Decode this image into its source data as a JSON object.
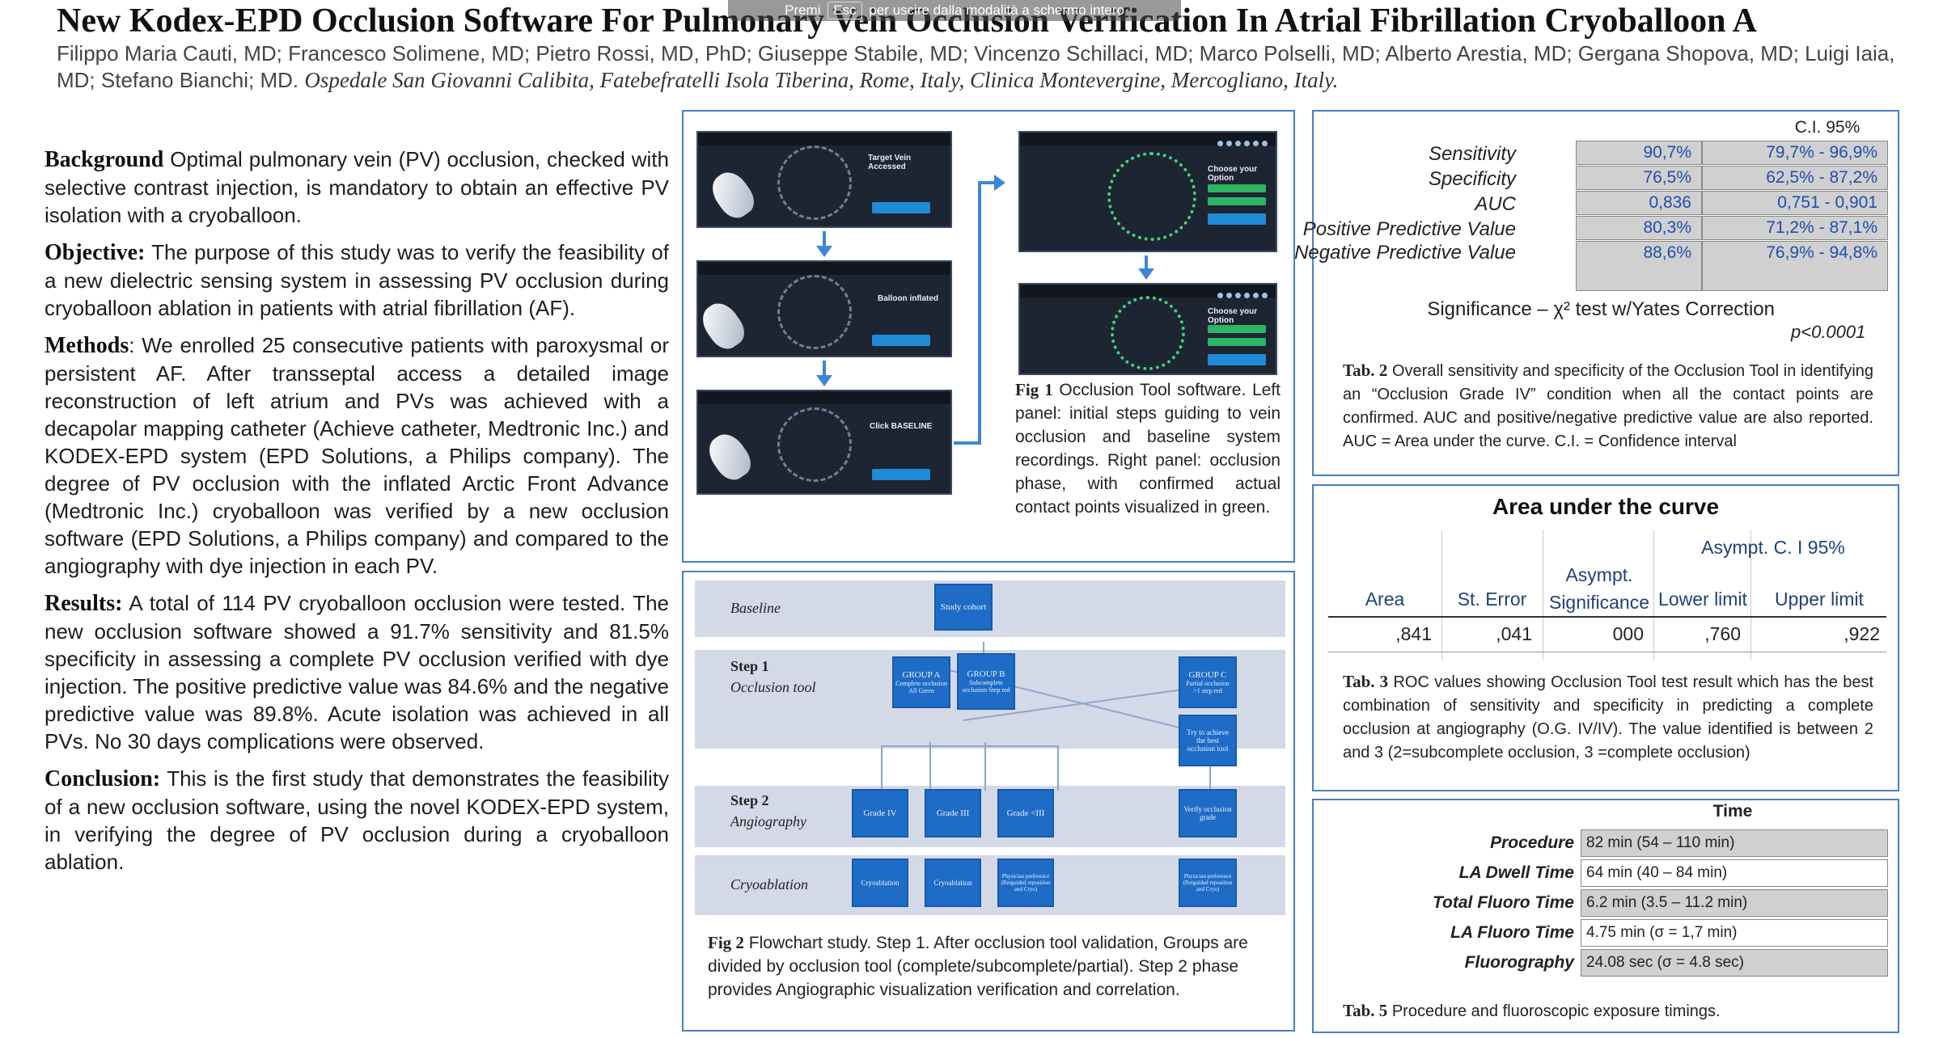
{
  "header": {
    "title": "New Kodex-EPD Occlusion Software For Pulmonary Vein Occlusion Verification In Atrial Fibrillation Cryoballoon A",
    "authors": "Filippo Maria Cauti, MD; Francesco Solimene, MD; Pietro Rossi, MD, PhD; Giuseppe Stabile, MD; Vincenzo Schillaci, MD; Marco Polselli, MD; Alberto Arestia, MD; Gergana Shopova, MD; Luigi Iaia, MD; Stefano Bianchi; MD.",
    "affiliations": "Ospedale San Giovanni Calibita, Fatebefratelli Isola Tiberina, Rome, Italy, Clinica Montevergine, Mercogliano, Italy.",
    "fullscreen_toast": {
      "prefix": "Premi",
      "key": "Esc",
      "suffix": "per uscire dalla modalità a schermo intero"
    }
  },
  "sections": [
    {
      "heading": "Background",
      "text": "Optimal pulmonary vein (PV) occlusion, checked with selective contrast injection, is mandatory to obtain an effective PV isolation with a cryoballoon."
    },
    {
      "heading": "Objective:",
      "text": "The purpose of this study was to verify the feasibility of a new dielectric sensing system in assessing PV occlusion during cryoballoon ablation in patients with atrial fibrillation (AF)."
    },
    {
      "heading": "Methods",
      "text": ": We enrolled 25 consecutive patients with paroxysmal or persistent AF. After transseptal access a detailed image reconstruction of left atrium and PVs was achieved with a decapolar mapping catheter (Achieve catheter, Medtronic Inc.) and KODEX-EPD system (EPD Solutions, a Philips company). The degree of PV occlusion with the inflated Arctic Front Advance (Medtronic Inc.) cryoballoon was verified by a new occlusion software (EPD Solutions, a Philips company) and compared to the angiography with dye injection in each PV."
    },
    {
      "heading": "Results:",
      "text": "A total of 114 PV cryoballoon occlusion were tested. The new occlusion software showed a 91.7% sensitivity and 81.5% specificity in assessing a complete PV occlusion verified with dye injection. The positive predictive value was 84.6% and the negative predictive value was 89.8%. Acute isolation was achieved in all PVs. No 30 days complications were observed."
    },
    {
      "heading": "Conclusion:",
      "text": "This is the first study that demonstrates the feasibility of a new occlusion software, using the novel KODEX-EPD system, in verifying the degree of PV occlusion during a cryoballoon ablation."
    }
  ],
  "fig1": {
    "label": "Fig 1",
    "caption": "Occlusion Tool software. Left panel: initial steps guiding to vein occlusion and baseline system recordings. Right panel: occlusion phase, with confirmed actual contact points visualized in green.",
    "screens": [
      {
        "text": "Target Vein Accessed"
      },
      {
        "text": "Balloon inflated"
      },
      {
        "text": "Click BASELINE"
      },
      {
        "text": "Choose your Option"
      },
      {
        "text": "Choose your Option"
      }
    ]
  },
  "fig2": {
    "label": "Fig 2",
    "caption": "Flowchart study. Step 1. After occlusion tool validation, Groups are divided by occlusion tool (complete/subcomplete/partial). Step 2 phase provides Angiographic visualization verification and correlation.",
    "bands": {
      "baseline": "Baseline",
      "step1": "Step 1",
      "step1_sub": "Occlusion tool",
      "step2": "Step 2",
      "step2_sub": "Angiography",
      "cryo": "Cryoablation"
    },
    "boxes": {
      "study_cohort": "Study cohort",
      "group_a": "GROUP A",
      "group_a_sub": "Complete occlusion All Green",
      "group_b": "GROUP B",
      "group_b_sub": "Subcomplete occlusion Step red",
      "group_c": "GROUP C",
      "group_c_sub": "Partial occlusion >1 step red",
      "try": "Try to achieve the best occlusion tool",
      "grade4": "Grade IV",
      "grade3": "Grade III",
      "grade_lt3": "Grade <III",
      "verify": "Verify occlusion grade",
      "cryo1": "Cryoablation",
      "cryo2": "Cryoablation",
      "physician1": "Physician preference (Retguided reposition and Cryo)",
      "physician2": "Physician preference (Retguided reposition and Cryo)"
    }
  },
  "tab2": {
    "ci_header": "C.I. 95%",
    "rows": [
      {
        "label": "Sensitivity",
        "value": "90,7%",
        "ci": "79,7% - 96,9%"
      },
      {
        "label": "Specificity",
        "value": "76,5%",
        "ci": "62,5% - 87,2%"
      },
      {
        "label": "AUC",
        "value": "0,836",
        "ci": "0,751 - 0,901"
      },
      {
        "label": "Positive Predictive Value",
        "value": "80,3%",
        "ci": "71,2% - 87,1%"
      },
      {
        "label": "Negative Predictive Value",
        "value": "88,6%",
        "ci": "76,9% - 94,8%"
      }
    ],
    "significance_label": "Significance – χ² test w/Yates Correction",
    "p_value": "p<0.0001",
    "label": "Tab. 2",
    "caption": "Overall sensitivity and specificity of the Occlusion Tool in identifying an “Occlusion Grade IV” condition when all the contact points are confirmed. AUC and positive/negative predictive value are also reported. AUC = Area under the curve. C.I. = Confidence interval"
  },
  "tab3": {
    "title": "Area under the curve",
    "headers": {
      "area": "Area",
      "st_error": "St. Error",
      "asympt_sig": "Asympt. Significance",
      "asympt_ci": "Asympt. C. I 95%",
      "lower": "Lower limit",
      "upper": "Upper limit"
    },
    "values": {
      "area": ",841",
      "st_error": ",041",
      "asympt_sig": "000",
      "lower": ",760",
      "upper": ",922"
    },
    "label": "Tab. 3",
    "caption": "ROC values showing Occlusion Tool test result which has the best combination of sensitivity and specificity in predicting a complete occlusion at angiography (O.G. IV/IV). The value identified is between 2 and 3 (2=subcomplete occlusion, 3 =complete occlusion)"
  },
  "tab5": {
    "header": "Time",
    "rows": [
      {
        "label": "Procedure",
        "value": "82 min (54 – 110 min)"
      },
      {
        "label": "LA Dwell Time",
        "value": "64 min (40 – 84 min)"
      },
      {
        "label": "Total Fluoro Time",
        "value": "6.2 min (3.5 – 11.2 min)"
      },
      {
        "label": "LA Fluoro Time",
        "value": "4.75 min (σ = 1,7 min)"
      },
      {
        "label": "Fluorography",
        "value": "24.08 sec (σ = 4.8 sec)"
      }
    ],
    "label": "Tab. 5",
    "caption": "Procedure and fluoroscopic exposure timings."
  },
  "colors": {
    "panel_border": "#4a7fc1",
    "table_value_blue": "#1e4fae",
    "flow_box": "#1f6cc7",
    "band_bg": "#d4d9e8",
    "contact_green": "#3bd77a"
  }
}
